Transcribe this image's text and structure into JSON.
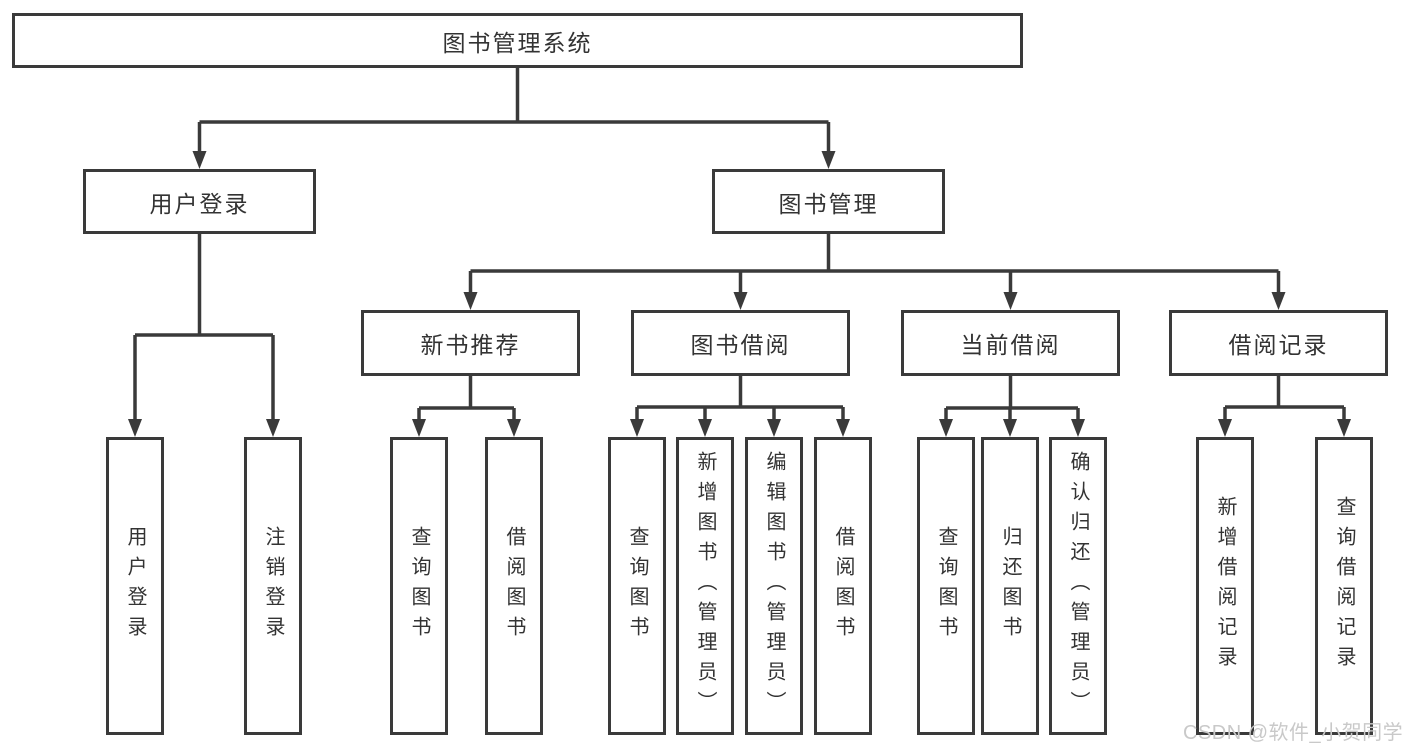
{
  "tree": {
    "root": {
      "label": "图书管理系统",
      "children": [
        {
          "label": "用户登录",
          "children": [
            {
              "label": "用户登录"
            },
            {
              "label": "注销登录"
            }
          ]
        },
        {
          "label": "图书管理",
          "children": [
            {
              "label": "新书推荐",
              "children": [
                {
                  "label": "查询图书"
                },
                {
                  "label": "借阅图书"
                }
              ]
            },
            {
              "label": "图书借阅",
              "children": [
                {
                  "label": "查询图书"
                },
                {
                  "label": "新增图书（管理员）"
                },
                {
                  "label": "编辑图书（管理员）"
                },
                {
                  "label": "借阅图书"
                }
              ]
            },
            {
              "label": "当前借阅",
              "children": [
                {
                  "label": "查询图书"
                },
                {
                  "label": "归还图书"
                },
                {
                  "label": "确认归还（管理员）"
                }
              ]
            },
            {
              "label": "借阅记录",
              "children": [
                {
                  "label": "新增借阅记录"
                },
                {
                  "label": "查询借阅记录"
                }
              ]
            }
          ]
        }
      ]
    }
  },
  "watermark": {
    "text": "CSDN @软件_小贺同学"
  },
  "colors": {
    "line": "#3a3a3a",
    "text": "#333333",
    "watermark": "#c9c9c9",
    "background": "#ffffff"
  }
}
